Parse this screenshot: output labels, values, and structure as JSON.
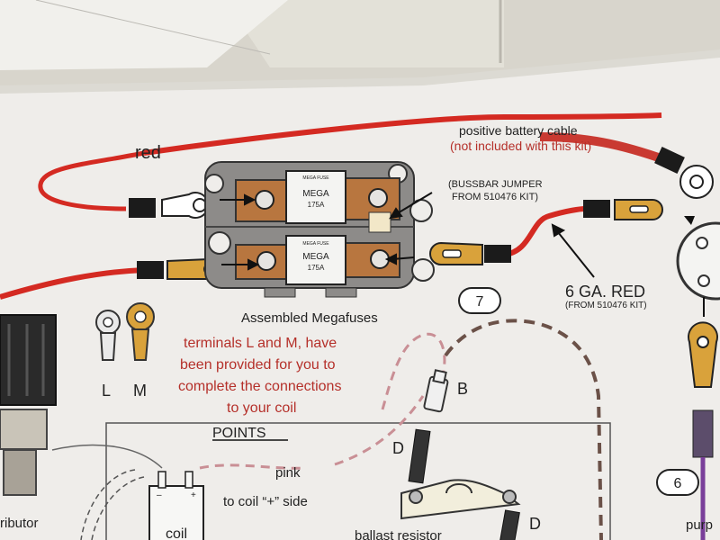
{
  "colors": {
    "wire_red": "#d42a22",
    "text_red": "#b5302a",
    "wire_pink": "#c98f95",
    "wire_brown": "#6b5148",
    "copper": "#b8763f",
    "gold": "#d9a23b",
    "fuse_gray": "#8d8b89",
    "paper": "#efedea"
  },
  "labels": {
    "red": "red",
    "positive_cable": "positive battery cable",
    "not_included": "(not included with this kit)",
    "bussbar_1": "(BUSSBAR JUMPER",
    "bussbar_2": "FROM 510476 KIT)",
    "fuse_small": "MEGA FUSE",
    "fuse_mega": "MEGA",
    "fuse_amp": "175A",
    "gauge": "6 GA. RED",
    "gauge_sub": "(FROM 510476 KIT)",
    "assembled": "Assembled Megafuses",
    "step7": "7",
    "step6": "6",
    "note_1": "terminals L and M, have",
    "note_2": "been provided for you to",
    "note_3": "complete the connections",
    "note_4": "to your coil",
    "term_l": "L",
    "term_m": "M",
    "term_b": "B",
    "term_d1": "D",
    "term_d2": "D",
    "points": "POINTS",
    "pink": "pink",
    "to_coil": "to coil “+” side",
    "coil": "coil",
    "coil_minus": "–",
    "coil_plus": "+",
    "distributor": "ributor",
    "ballast": "ballast resistor",
    "purple": "purp"
  }
}
